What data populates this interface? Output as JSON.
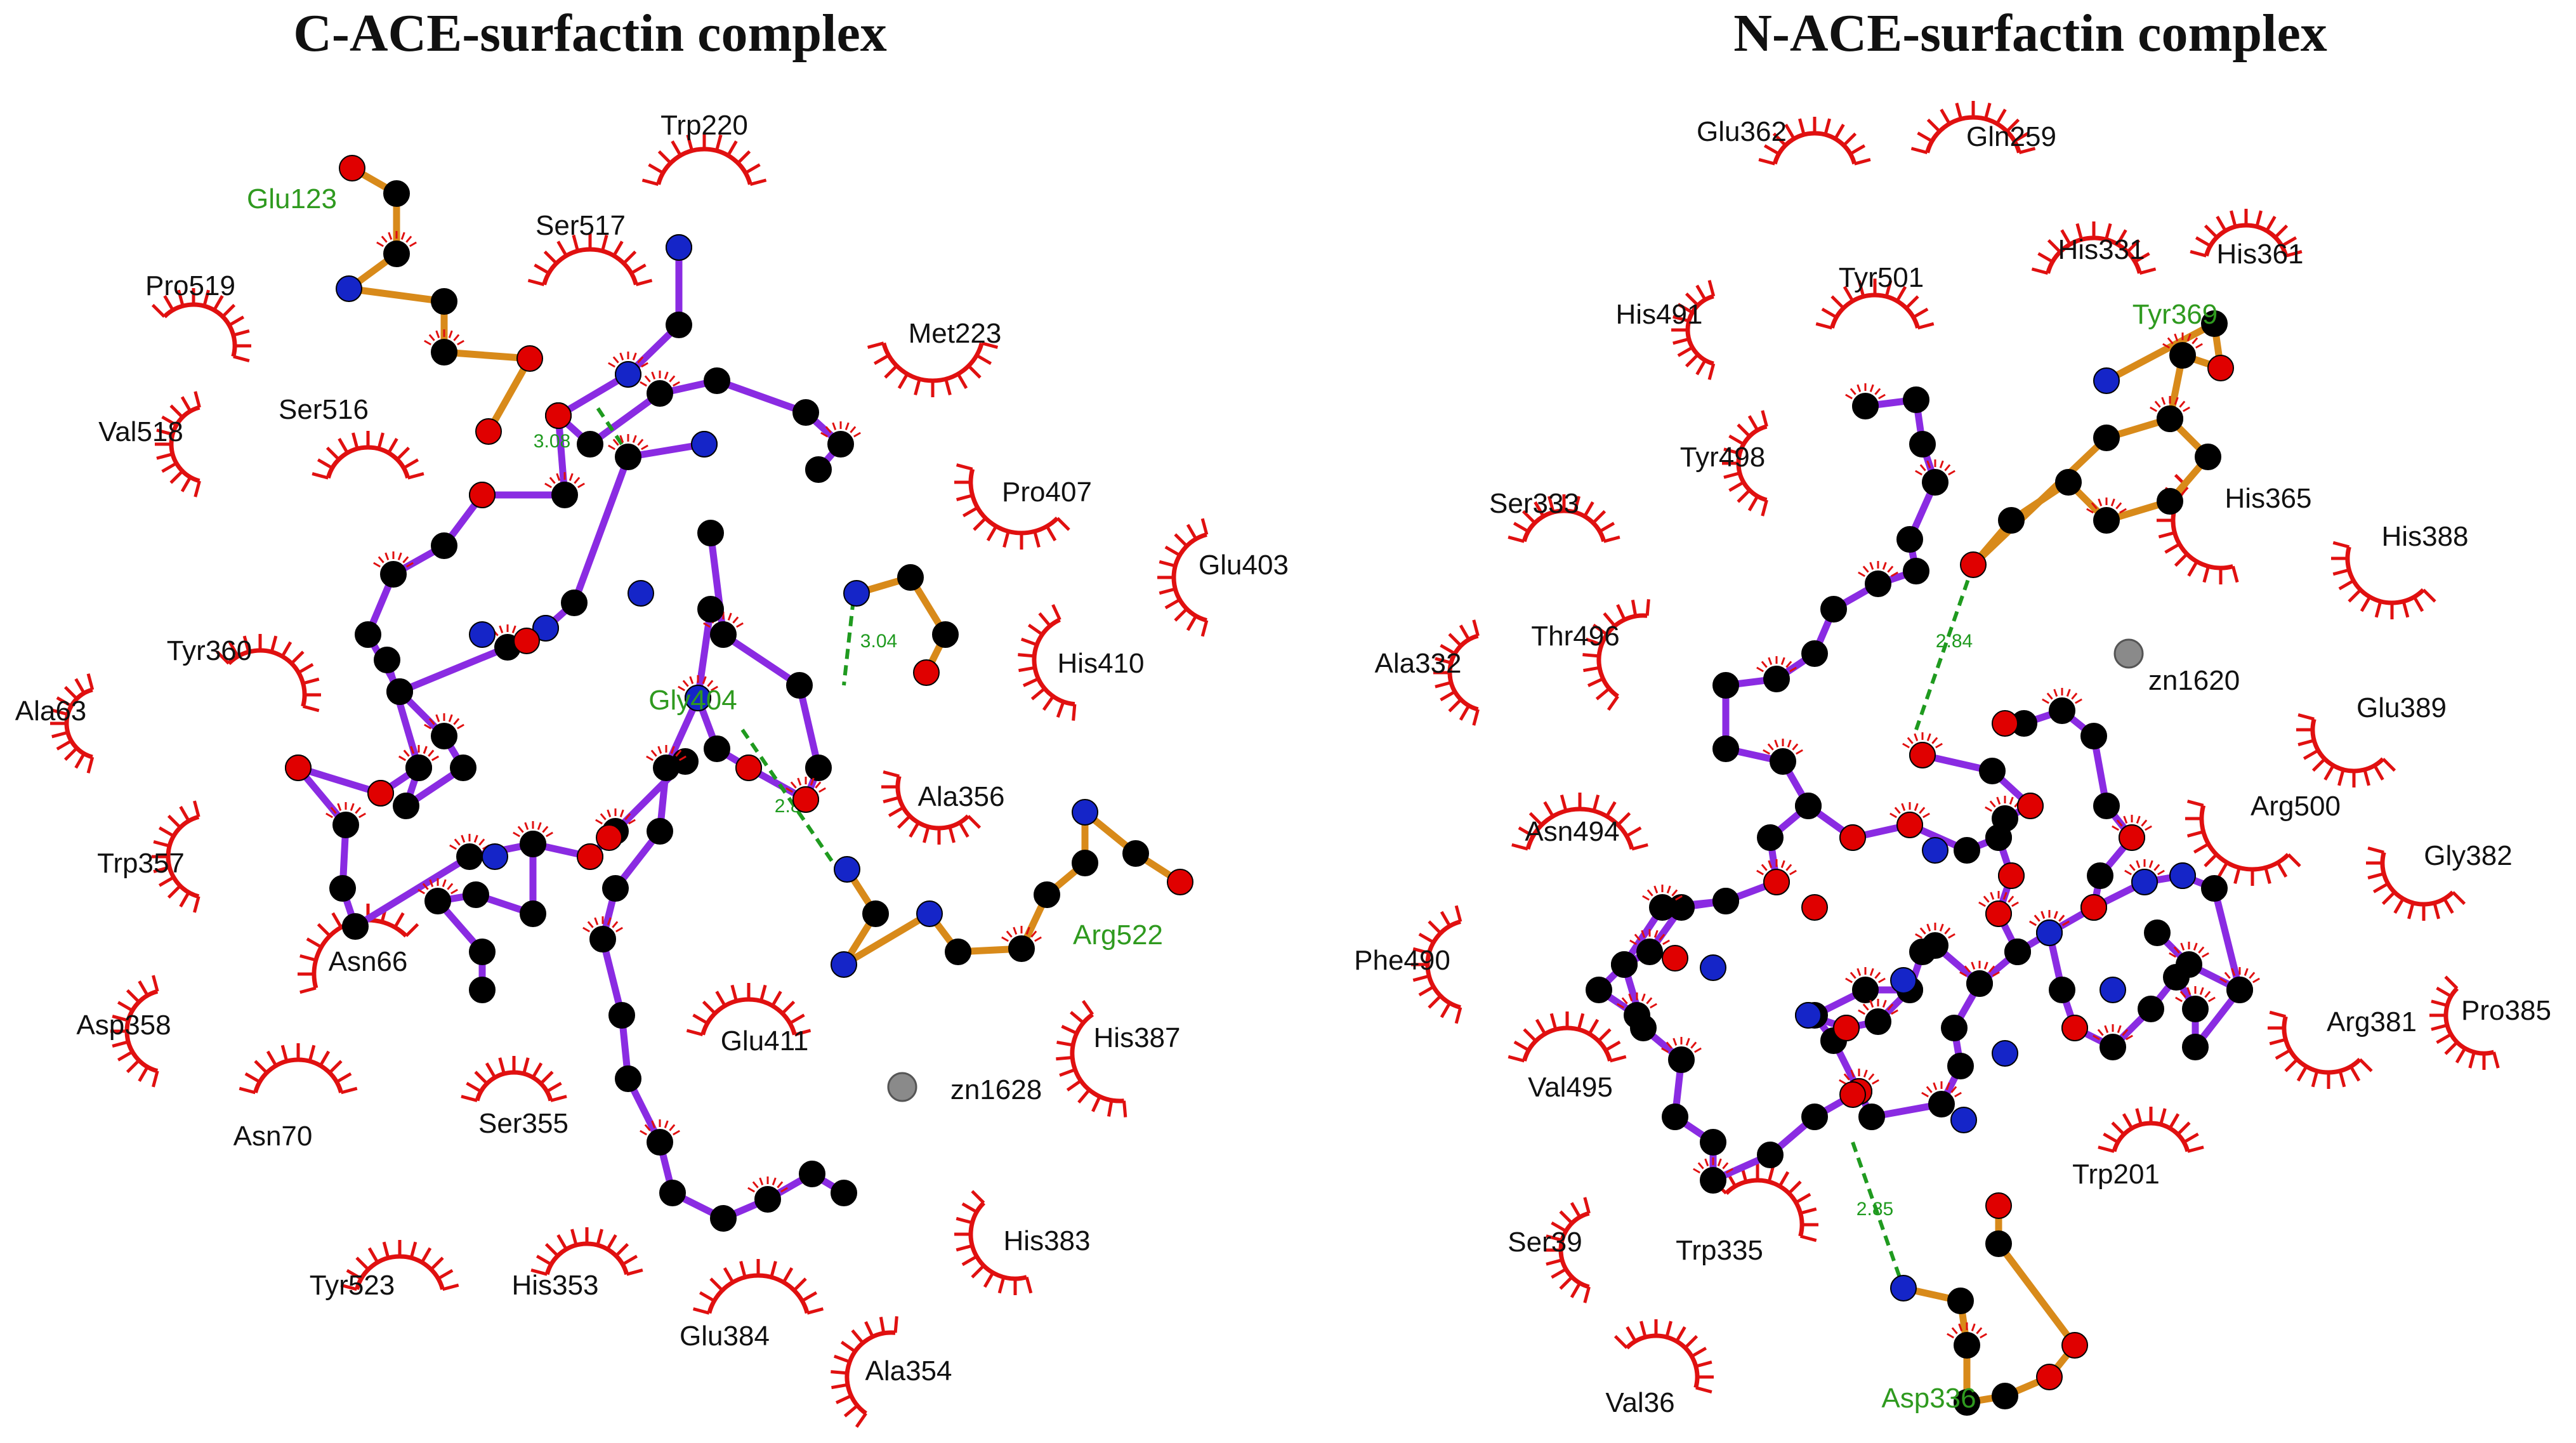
{
  "colors": {
    "hydrophobic": "#e01010",
    "residue_text": "#111111",
    "hbond_residue_text": "#2f9a1f",
    "hbond_line": "#1f9a1f",
    "ligand_bond": "#8a2be2",
    "residue_bond": "#d88a1a",
    "carbon": "#000000",
    "nitrogen": "#1525c8",
    "oxygen": "#e00000",
    "metal": "#8a8a8a"
  },
  "panels": [
    {
      "title": "C-ACE-surfactin complex",
      "hydrophobic_residues": [
        "Trp220",
        "Ser517",
        "Pro519",
        "Met223",
        "Val518",
        "Ser516",
        "Pro407",
        "Glu403",
        "Tyr360",
        "His410",
        "Ala63",
        "Ala356",
        "Trp357",
        "Asn66",
        "Asp358",
        "His387",
        "Glu411",
        "Ser355",
        "Asn70",
        "His383",
        "Tyr523",
        "His353",
        "Glu384",
        "Ala354"
      ],
      "hbond_residues": [
        "Glu123",
        "Gly404",
        "Arg522"
      ],
      "hbond_distances": [
        "3.08",
        "3.04",
        "2.84"
      ],
      "metal": "zn1628"
    },
    {
      "title": "N-ACE-surfactin complex",
      "hydrophobic_residues": [
        "Glu362",
        "Gln259",
        "His331",
        "His361",
        "His491",
        "Tyr501",
        "Tyr498",
        "Ser333",
        "His365",
        "His388",
        "Ala332",
        "Thr496",
        "Glu389",
        "Asn494",
        "Arg500",
        "Gly382",
        "Phe490",
        "Arg381",
        "Pro385",
        "Val495",
        "Trp201",
        "Ser39",
        "Trp335",
        "Val36"
      ],
      "hbond_residues": [
        "Tyr369",
        "Asp336"
      ],
      "hbond_distances": [
        "2.84",
        "2.85"
      ],
      "metal": "zn1620"
    }
  ]
}
